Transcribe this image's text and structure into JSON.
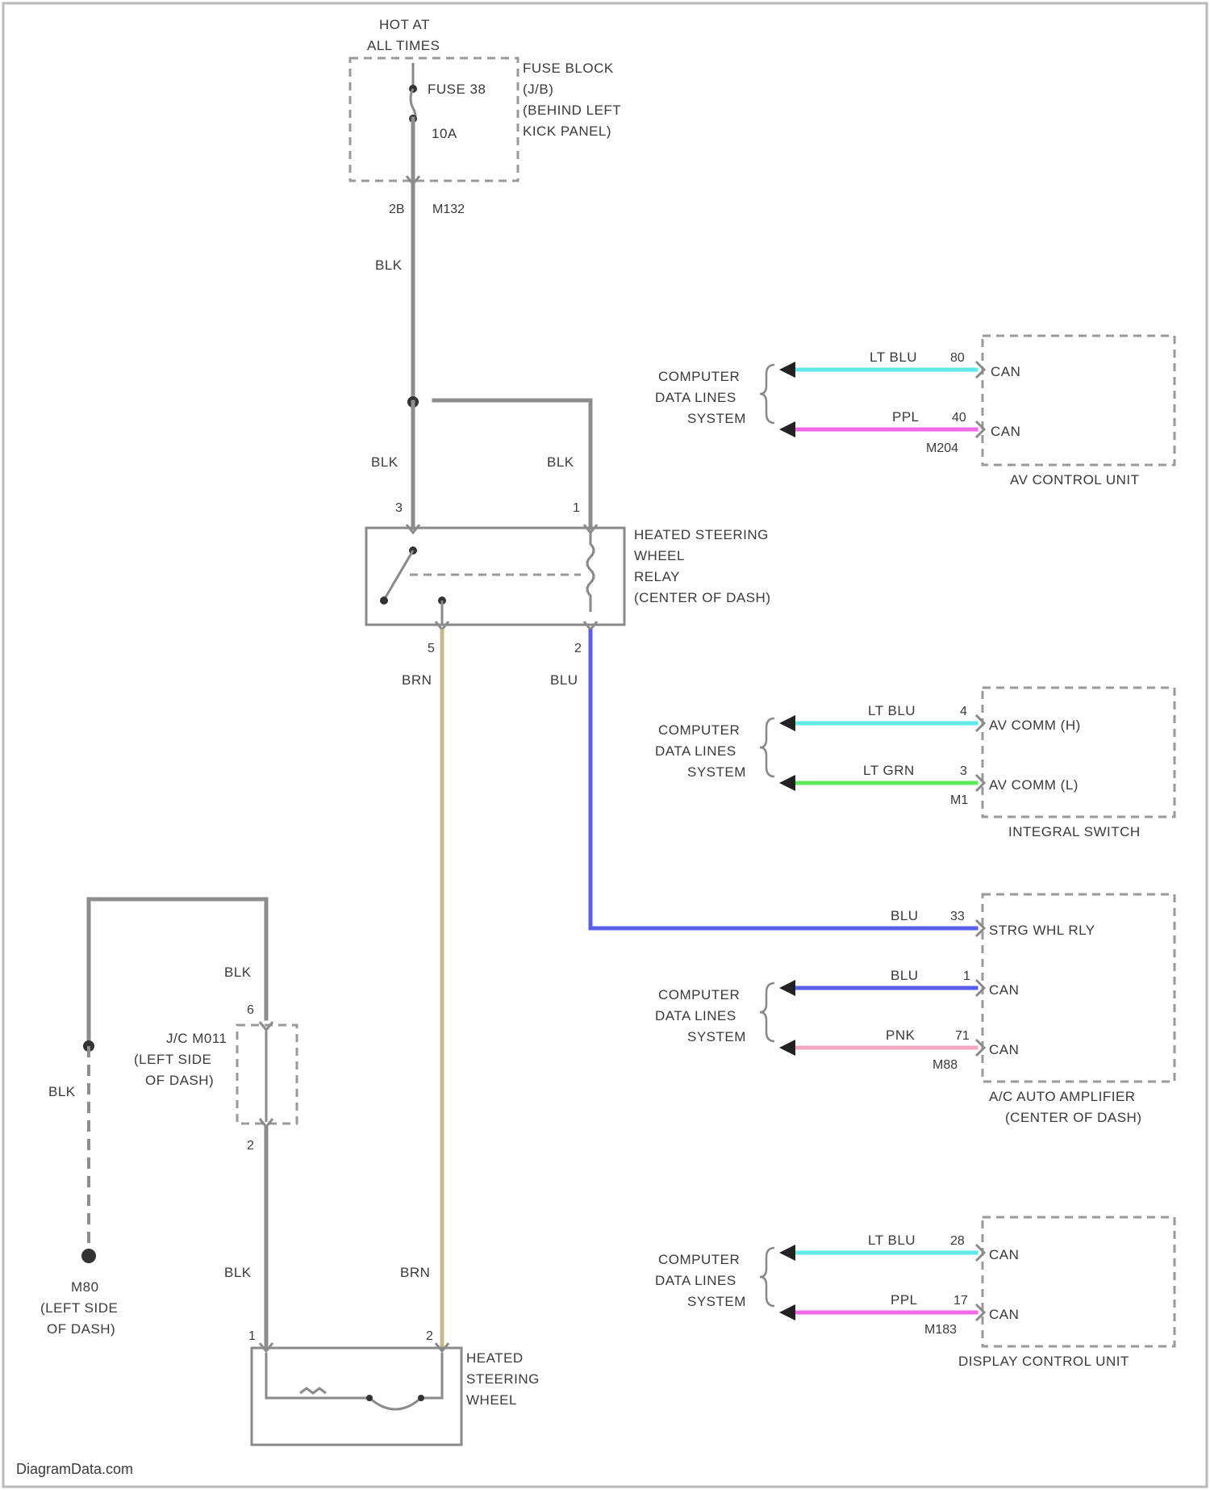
{
  "colors": {
    "BLK": "#8d8d8d",
    "LT BLU": "#5ee8e8",
    "PPL": "#f06ae6",
    "LT GRN": "#5ce85c",
    "BLU": "#5a5ef0",
    "PNK": "#f2a7c2",
    "BRN": "#c8b886",
    "frame": "#b9b9b9"
  },
  "labels": {
    "hot_at_all_times": [
      "HOT AT",
      "ALL TIMES"
    ],
    "fuse_name": "FUSE 38",
    "fuse_rating": "10A",
    "fuse_block": [
      "FUSE BLOCK",
      "(J/B)",
      "(BEHIND LEFT",
      "KICK PANEL)"
    ],
    "fuse_pin": "2B",
    "fuse_connector": "M132",
    "relay": [
      "HEATED STEERING",
      "WHEEL",
      "RELAY",
      "(CENTER OF DASH)"
    ],
    "heated_wheel": [
      "HEATED",
      "STEERING",
      "WHEEL"
    ],
    "jc": [
      "J/C M011",
      "(LEFT SIDE",
      "OF DASH)"
    ],
    "ground": [
      "M80",
      "(LEFT SIDE",
      "OF DASH)"
    ],
    "cdls": [
      "COMPUTER",
      "DATA LINES",
      "SYSTEM"
    ],
    "watermark": "DiagramData.com"
  },
  "wires": {
    "fuse_to_splice": "BLK",
    "relay_pin3": "BLK",
    "relay_pin1": "BLK",
    "relay_pin5": "BRN",
    "relay_pin2": "BLU",
    "wheel_pin1_upper": "BLK",
    "wheel_pin1_lower": "BLK",
    "ground": "BLK",
    "wheel_pin2": "BRN"
  },
  "pins": {
    "relay_3": "3",
    "relay_1": "1",
    "relay_5": "5",
    "relay_2": "2",
    "jc_top": "6",
    "jc_bottom": "2",
    "wheel_1": "1",
    "wheel_2": "2"
  },
  "modules": [
    {
      "name": "AV CONTROL UNIT",
      "connector": "M204",
      "rows": [
        {
          "wire": "LT BLU",
          "pin": "80",
          "signal": "CAN"
        },
        {
          "wire": "PPL",
          "pin": "40",
          "signal": "CAN"
        }
      ]
    },
    {
      "name": "INTEGRAL SWITCH",
      "connector": "M1",
      "rows": [
        {
          "wire": "LT BLU",
          "pin": "4",
          "signal": "AV COMM (H)"
        },
        {
          "wire": "LT GRN",
          "pin": "3",
          "signal": "AV COMM (L)"
        }
      ]
    },
    {
      "name": "A/C AUTO AMPLIFIER",
      "name2": "(CENTER OF DASH)",
      "connector": "M88",
      "rows": [
        {
          "wire": "BLU",
          "pin": "33",
          "signal": "STRG WHL RLY"
        },
        {
          "wire": "BLU",
          "pin": "1",
          "signal": "CAN"
        },
        {
          "wire": "PNK",
          "pin": "71",
          "signal": "CAN"
        }
      ]
    },
    {
      "name": "DISPLAY CONTROL UNIT",
      "connector": "M183",
      "rows": [
        {
          "wire": "LT BLU",
          "pin": "28",
          "signal": "CAN"
        },
        {
          "wire": "PPL",
          "pin": "17",
          "signal": "CAN"
        }
      ]
    }
  ]
}
